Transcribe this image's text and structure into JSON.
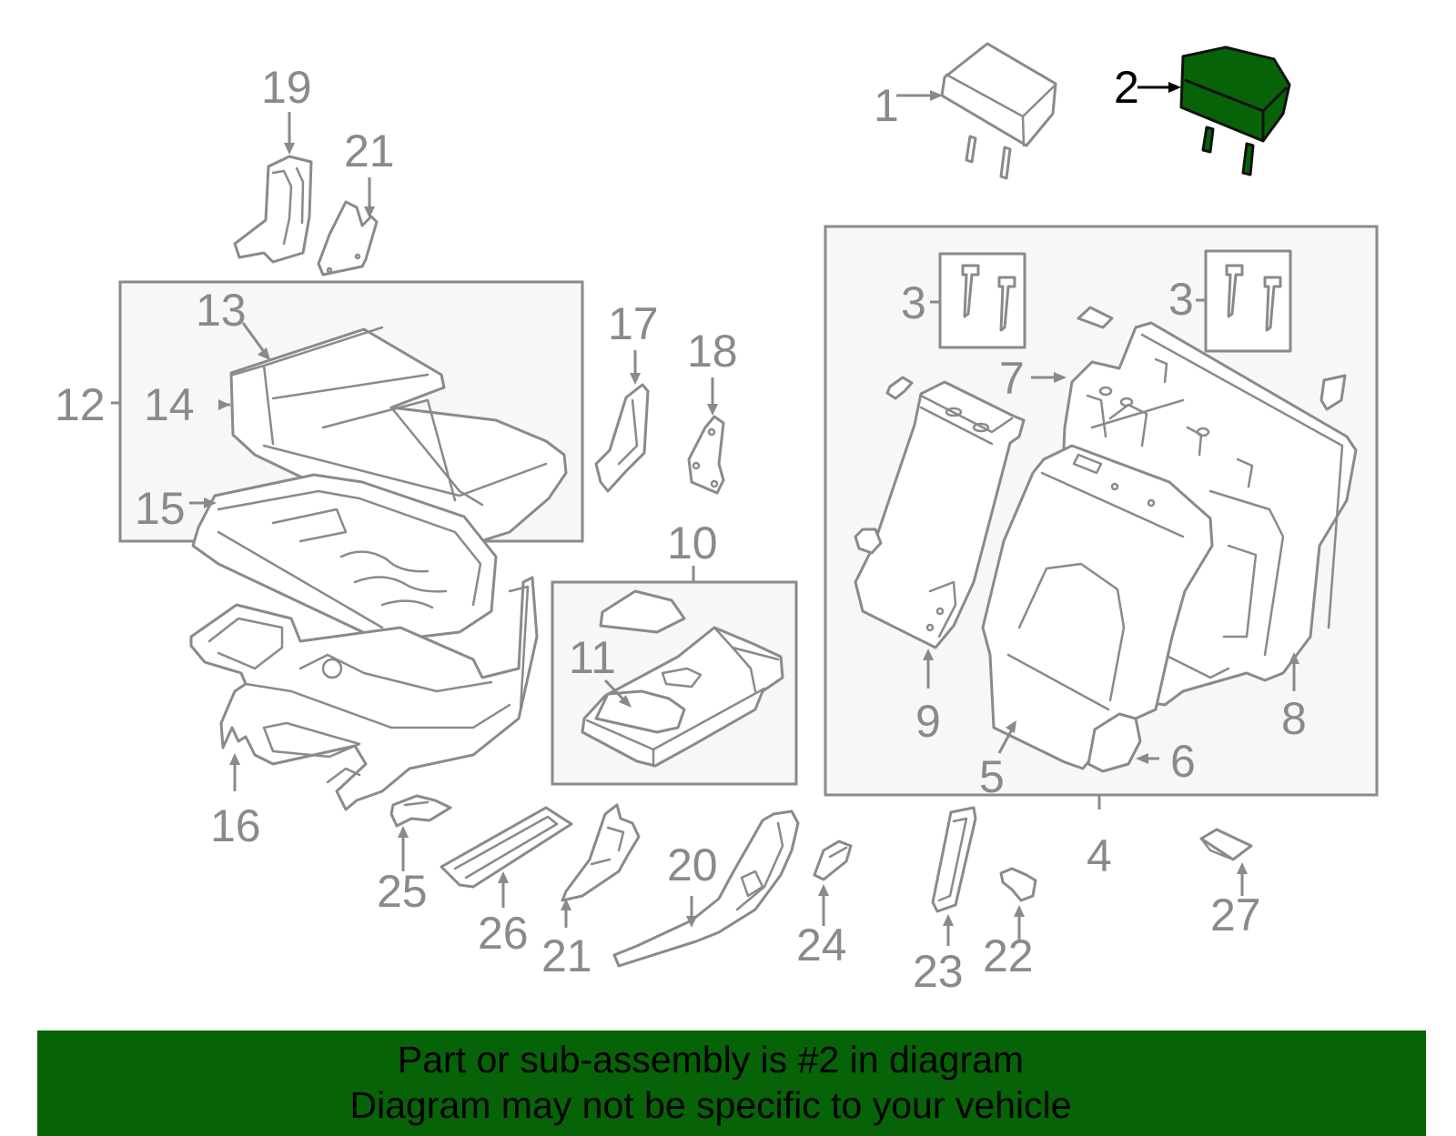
{
  "colors": {
    "highlight_fill": "#076307",
    "line_gray": "#8a8a8a",
    "banner_bg": "#076307",
    "banner_text": "#000000"
  },
  "callouts": {
    "c1": "1",
    "c2": "2",
    "c3a": "3",
    "c3b": "3",
    "c4": "4",
    "c5": "5",
    "c6": "6",
    "c7": "7",
    "c8": "8",
    "c9": "9",
    "c10": "10",
    "c11": "11",
    "c12": "12",
    "c13": "13",
    "c14": "14",
    "c15": "15",
    "c16": "16",
    "c17": "17",
    "c18": "18",
    "c19": "19",
    "c20": "20",
    "c21a": "21",
    "c21b": "21",
    "c22": "22",
    "c23": "23",
    "c24": "24",
    "c25": "25",
    "c26": "26",
    "c27": "27"
  },
  "highlighted_part": "2",
  "banner": {
    "line1": "Part or sub-assembly is #2 in diagram",
    "line2": "Diagram may not be specific to your vehicle"
  }
}
